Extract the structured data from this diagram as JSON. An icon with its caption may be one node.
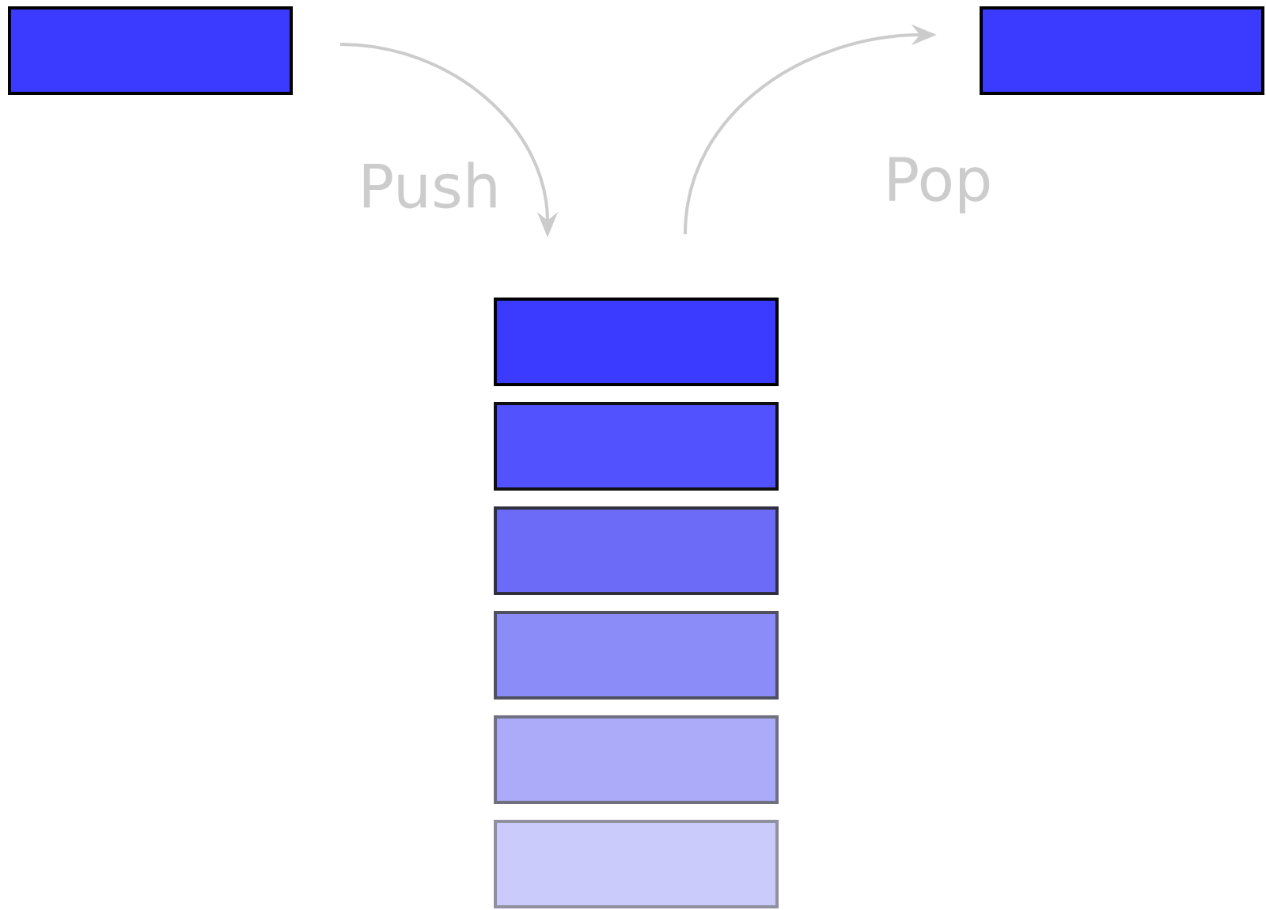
{
  "diagram": {
    "nodes": [
      {
        "text": [],
        "shape": "box"
      },
      {
        "text": [],
        "shape": "box"
      },
      {
        "text": [],
        "shape": "box"
      },
      {
        "text": [],
        "shape": "box"
      },
      {
        "text": [],
        "shape": "box"
      },
      {
        "text": [],
        "shape": "box"
      },
      {
        "text": [],
        "shape": "box"
      },
      {
        "text": [],
        "shape": "box"
      }
    ],
    "edges": [
      {
        "from": 0,
        "to": 2,
        "arrow": "to",
        "label": "Push"
      },
      {
        "from": 2,
        "to": 1,
        "arrow": "to",
        "label": "Pop"
      }
    ]
  }
}
